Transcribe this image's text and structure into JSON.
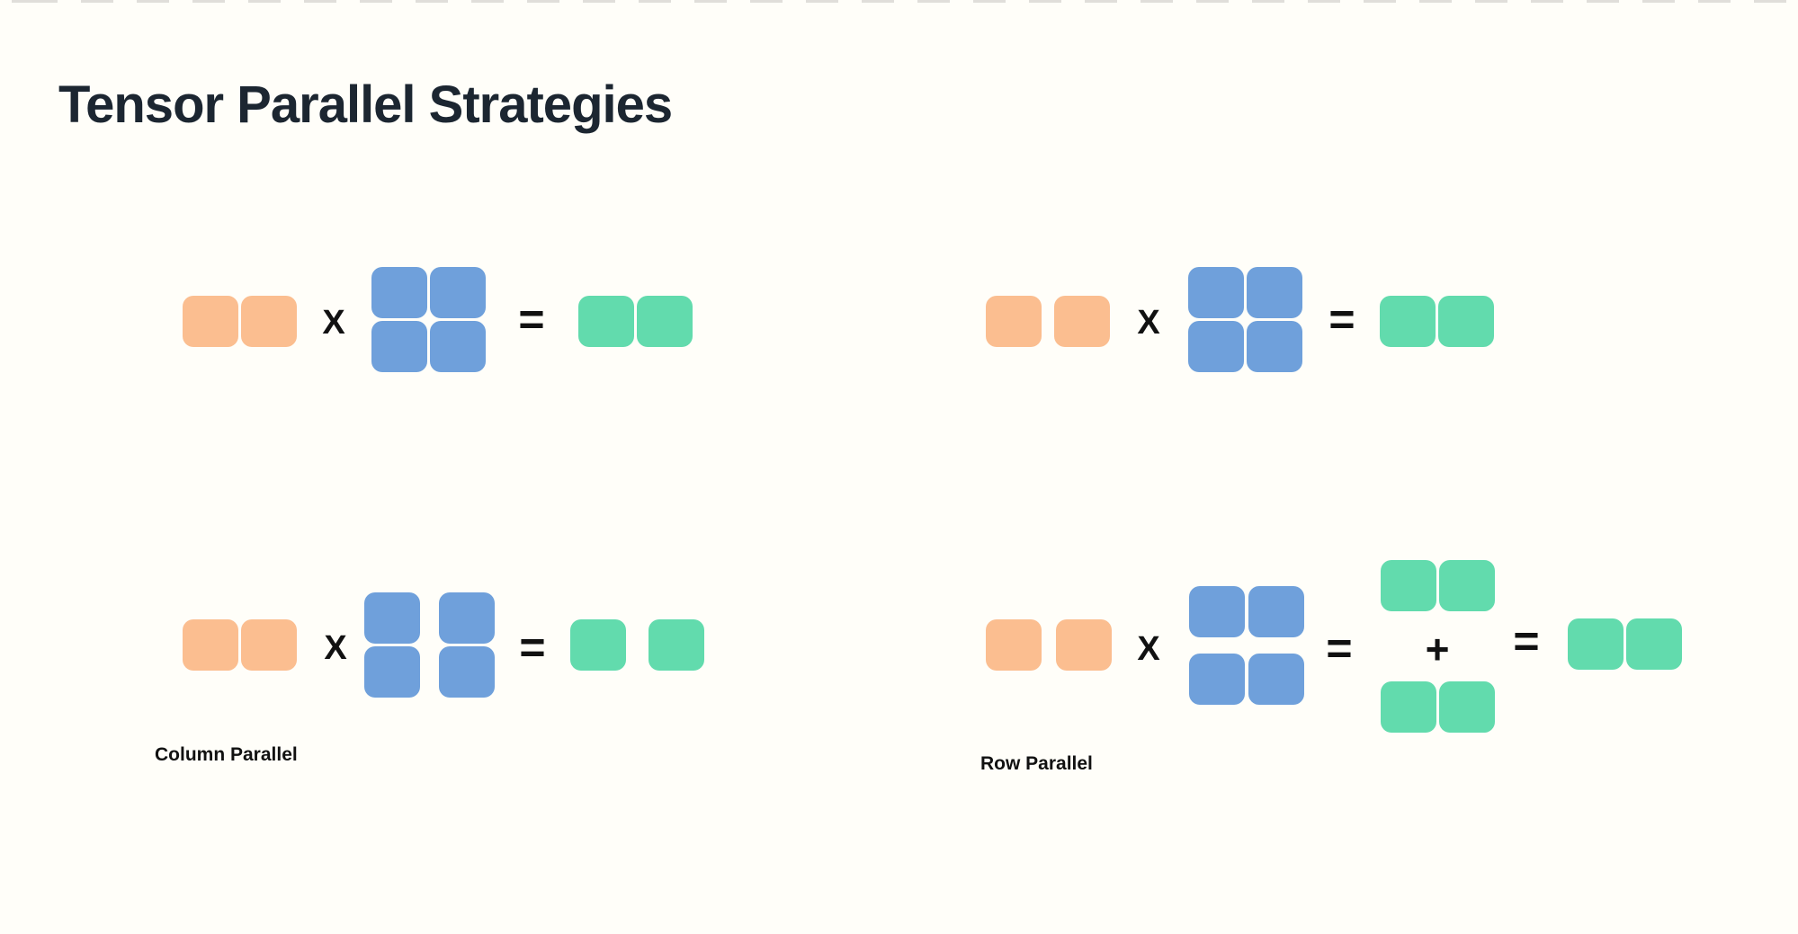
{
  "title": "Tensor Parallel Strategies",
  "operators": {
    "multiply": "X",
    "equals": "=",
    "plus": "+"
  },
  "labels": {
    "column_parallel": "Column Parallel",
    "row_parallel": "Row Parallel"
  },
  "colors": {
    "background": "#FFFEF9",
    "title_color": "#1C2631",
    "input_orange": "#FBBE90",
    "weight_blue": "#6FA0DB",
    "output_green": "#62DBAD",
    "operator_color": "#111111",
    "label_color": "#111111",
    "top_dash": "#E0DEDA"
  },
  "diagrams": [
    {
      "position": "top-left",
      "equation": "input(1x2, orange) X weight(2x2, blue) = output(1x2, green)",
      "input_split": "none",
      "weight_split": "none",
      "output_split": "none",
      "label": ""
    },
    {
      "position": "top-right",
      "equation": "input(1x2, orange) X weight(2x2, blue) = output(1x2, green)",
      "input_split": "two shards",
      "weight_split": "none",
      "output_split": "none",
      "label": ""
    },
    {
      "position": "bottom-left",
      "equation": "input(1x2, orange) X weight(2x2, blue, split by columns) = output(1x2, green, split by columns)",
      "input_split": "none",
      "weight_split": "columns",
      "output_split": "columns",
      "label": "Column Parallel"
    },
    {
      "position": "bottom-right",
      "equation": "input(1x2, orange, split) X weight(2x2, blue, split by rows) = partial output(1x2, green) + partial output(1x2, green) = output(1x2, green)",
      "input_split": "two shards",
      "weight_split": "rows",
      "partial_outputs": 2,
      "combine": "sum",
      "label": "Row Parallel"
    }
  ]
}
